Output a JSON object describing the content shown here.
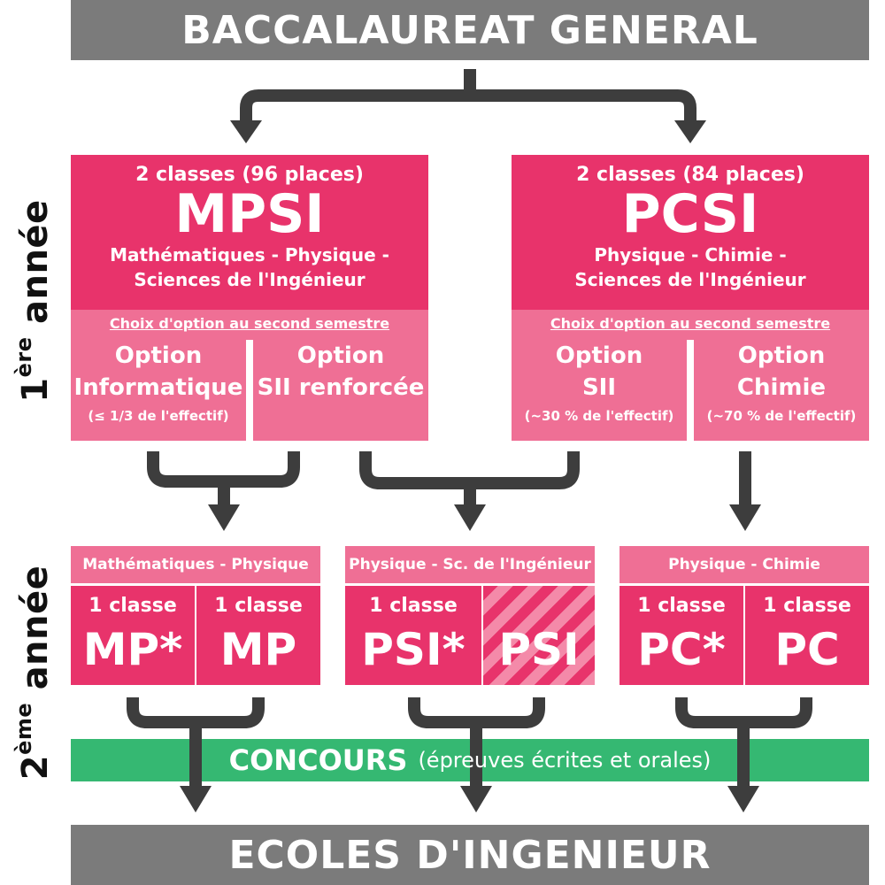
{
  "top_banner": "BACCALAUREAT GENERAL",
  "bottom_banner": "ECOLES D'INGENIEUR",
  "year1": {
    "num": "1",
    "sup": "ère",
    "word": "année"
  },
  "year2": {
    "num": "2",
    "sup": "ème",
    "word": "année"
  },
  "mpsi": {
    "places": "2 classes (96 places)",
    "name": "MPSI",
    "subjects_line1": "Mathématiques - Physique -",
    "subjects_line2": "Sciences de l'Ingénieur",
    "option_choice": "Choix d'option au second semestre",
    "opt1_line1": "Option",
    "opt1_line2": "Informatique",
    "opt1_note": "(≤ 1/3 de l'effectif)",
    "opt2_line1": "Option",
    "opt2_line2": "SII renforcée"
  },
  "pcsi": {
    "places": "2 classes (84 places)",
    "name": "PCSI",
    "subjects_line1": "Physique - Chimie -",
    "subjects_line2": "Sciences de l'Ingénieur",
    "option_choice": "Choix d'option au second semestre",
    "opt1_line1": "Option",
    "opt1_line2": "SII",
    "opt1_note": "(~30 % de l'effectif)",
    "opt2_line1": "Option",
    "opt2_line2": "Chimie",
    "opt2_note": "(~70 % de l'effectif)"
  },
  "second_year": [
    {
      "header": "Mathématiques - Physique",
      "c1_count": "1 classe",
      "c1_name": "MP*",
      "c2_count": "1 classe",
      "c2_name": "MP"
    },
    {
      "header": "Physique - Sc. de l'Ingénieur",
      "c1_count": "1 classe",
      "c1_name": "PSI*",
      "c2_name": "PSI"
    },
    {
      "header": "Physique - Chimie",
      "c1_count": "1 classe",
      "c1_name": "PC*",
      "c2_count": "1 classe",
      "c2_name": "PC"
    }
  ],
  "concours": {
    "main": "CONCOURS",
    "detail": "(épreuves écrites et orales)"
  },
  "colors": {
    "pink": "#e8336b",
    "light_pink": "#ef6f95",
    "gray": "#7b7b7b",
    "green": "#35b872",
    "arrow": "#3d3d3d"
  }
}
